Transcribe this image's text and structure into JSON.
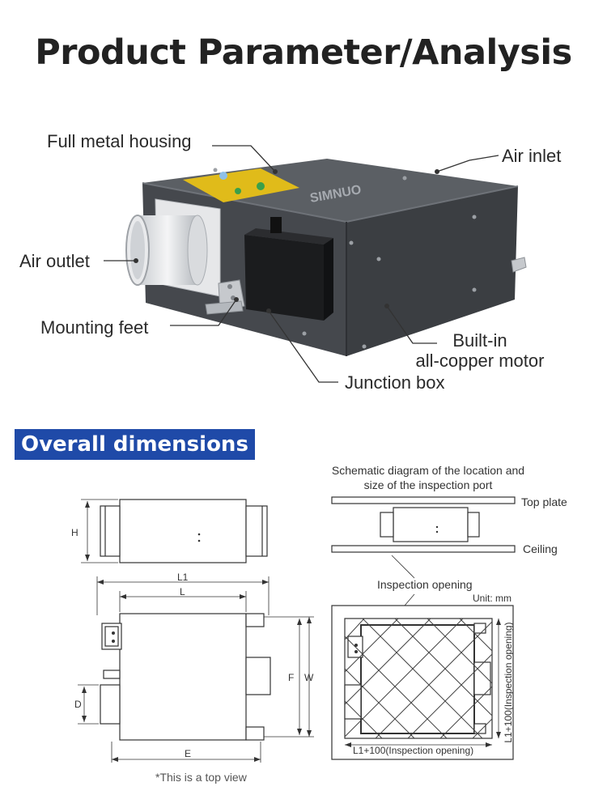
{
  "title": "Product Parameter/Analysis",
  "callouts": {
    "housing": "Full metal housing",
    "inlet": "Air inlet",
    "outlet": "Air outlet",
    "feet": "Mounting feet",
    "motor_line1": "Built-in",
    "motor_line2": "all-copper motor",
    "junction": "Junction box"
  },
  "product_label": "SIMNUO",
  "section_title": "Overall dimensions",
  "schematic": {
    "caption_line1": "Schematic diagram of the location and",
    "caption_line2": "size of the inspection port",
    "top_plate": "Top plate",
    "ceiling": "Ceiling",
    "inspection_opening": "Inspection opening",
    "unit": "Unit: mm",
    "bottom_dim": "L1+100(Inspection opening)",
    "side_dim": "L1+100(Inspection opening)"
  },
  "dims": {
    "H": "H",
    "L1": "L1",
    "L": "L",
    "D": "D",
    "F": "F",
    "W": "W",
    "E": "E"
  },
  "note": "*This is a top view",
  "colors": {
    "housing": "#4a4d52",
    "accent": "#1f4aa8",
    "label": "#e8c01c"
  }
}
